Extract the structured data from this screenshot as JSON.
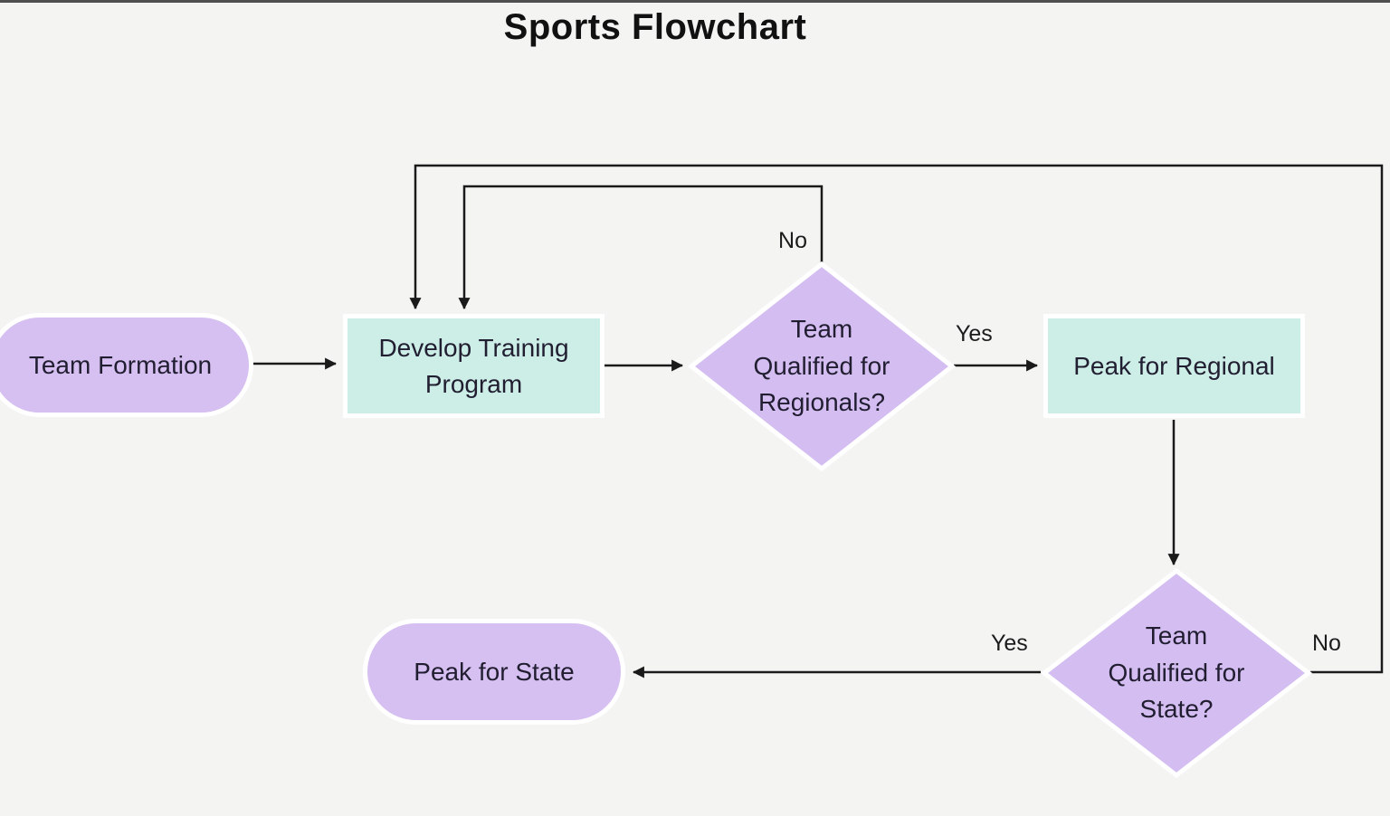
{
  "title": "Sports Flowchart",
  "colors": {
    "background": "#f4f4f3",
    "node_purple": "#d6bff1",
    "node_mint": "#cdeee7",
    "node_border": "#ffffff",
    "connector": "#1a1a1a",
    "text": "#211e31"
  },
  "nodes": {
    "team_formation": {
      "type": "terminator",
      "shape": "pill",
      "label": "Team Formation"
    },
    "develop_training": {
      "type": "process",
      "shape": "rectangle",
      "label": "Develop Training Program"
    },
    "qualified_regionals": {
      "type": "decision",
      "shape": "diamond",
      "label": "Team Qualified for Regionals?"
    },
    "peak_regional": {
      "type": "process",
      "shape": "rectangle",
      "label": "Peak for Regional"
    },
    "qualified_state": {
      "type": "decision",
      "shape": "diamond",
      "label": "Team Qualified for State?"
    },
    "peak_state": {
      "type": "terminator",
      "shape": "pill",
      "label": "Peak for State"
    }
  },
  "edges": [
    {
      "from": "team_formation",
      "to": "develop_training",
      "label": ""
    },
    {
      "from": "develop_training",
      "to": "qualified_regionals",
      "label": ""
    },
    {
      "from": "qualified_regionals",
      "to": "peak_regional",
      "label": "Yes"
    },
    {
      "from": "qualified_regionals",
      "to": "develop_training",
      "label": "No"
    },
    {
      "from": "peak_regional",
      "to": "qualified_state",
      "label": ""
    },
    {
      "from": "qualified_state",
      "to": "peak_state",
      "label": "Yes"
    },
    {
      "from": "qualified_state",
      "to": "develop_training",
      "label": "No"
    }
  ]
}
